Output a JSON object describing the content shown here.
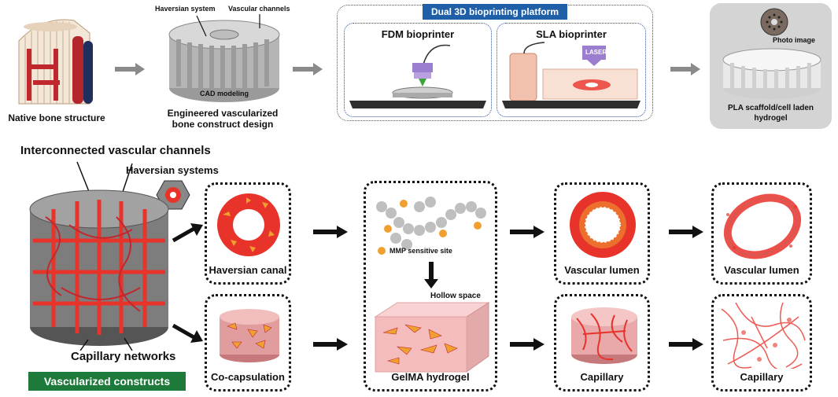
{
  "colors": {
    "accent_red": "#e8332a",
    "cell_orange": "#f0a030",
    "badge_green": "#1e7a3a",
    "badge_blue": "#1f5fa8"
  },
  "top": {
    "native_bone": "Native bone structure",
    "design_line1": "Engineered vascularized",
    "design_line2": "bone construct design",
    "haversian_system": "Haversian system",
    "vascular_channels": "Vascular channels",
    "cad_modeling": "CAD modeling",
    "platform_title": "Dual 3D bioprinting platform",
    "fdm": "FDM bioprinter",
    "sla": "SLA bioprinter",
    "laser": "LASER",
    "photo_image": "Photo image",
    "result_line1": "PLA scaffold/cell laden",
    "result_line2": "hydrogel"
  },
  "bottom": {
    "interconnected": "Interconnected vascular channels",
    "haversian_systems": "Haversian systems",
    "capillary_networks": "Capillary networks",
    "vascularized_constructs": "Vascularized constructs",
    "haversian_canal": "Haversian canal",
    "co_capsulation": "Co-capsulation",
    "mmp_site": "MMP sensitive site",
    "hollow_space": "Hollow space",
    "gelma": "GelMA hydrogel",
    "vascular_lumen_1": "Vascular lumen",
    "vascular_lumen_2": "Vascular lumen",
    "capillary_1": "Capillary",
    "capillary_2": "Capillary"
  }
}
